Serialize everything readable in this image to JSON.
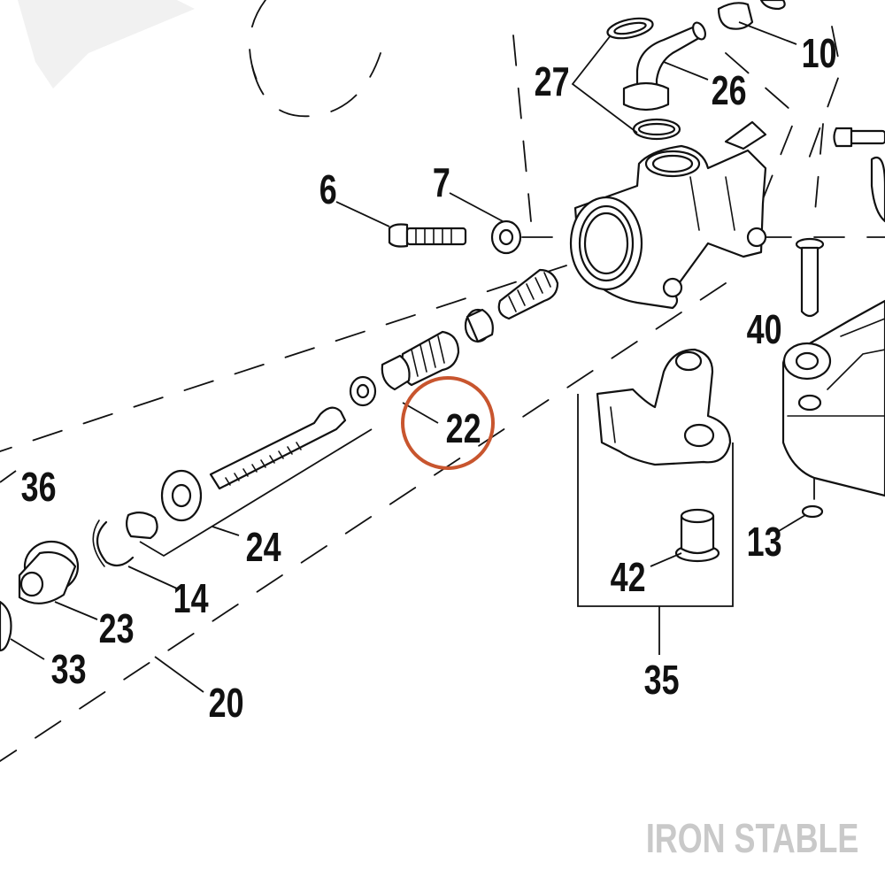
{
  "callouts": {
    "c6": "6",
    "c7": "7",
    "c10": "10",
    "c27": "27",
    "c26": "26",
    "c40": "40",
    "c22": "22",
    "c36": "36",
    "c24": "24",
    "c14": "14",
    "c23": "23",
    "c33": "33",
    "c20": "20",
    "c35": "35",
    "c42": "42",
    "c13": "13"
  },
  "highlight": {
    "part": "22",
    "color": "#c8552e"
  },
  "watermark": "IRON STABLE",
  "colors": {
    "line": "#111111",
    "watermark": "#c9c9c9"
  }
}
